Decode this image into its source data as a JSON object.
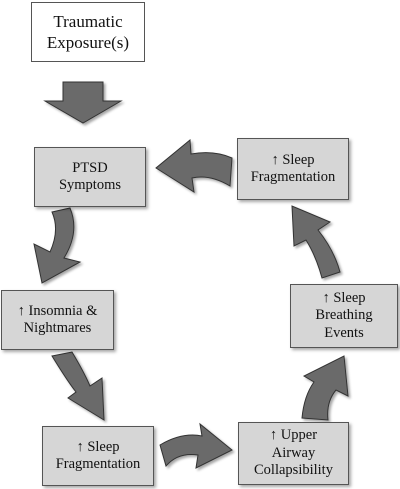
{
  "nodes": {
    "traumatic_exposure": "Traumatic\nExposure(s)",
    "ptsd_symptoms": "PTSD\nSymptoms",
    "insomnia_nightmares": "↑ Insomnia &\nNightmares",
    "sleep_fragmentation_bottom": "↑ Sleep\nFragmentation",
    "upper_airway": "↑ Upper\nAirway\nCollapsibility",
    "sleep_breathing_events": "↑ Sleep\nBreathing\nEvents",
    "sleep_fragmentation_top": "↑ Sleep\nFragmentation"
  },
  "colors": {
    "box_fill": "#d6d6d6",
    "box_border": "#555555",
    "arrow_fill": "#6b6b6b",
    "arrow_stroke": "#333333"
  }
}
